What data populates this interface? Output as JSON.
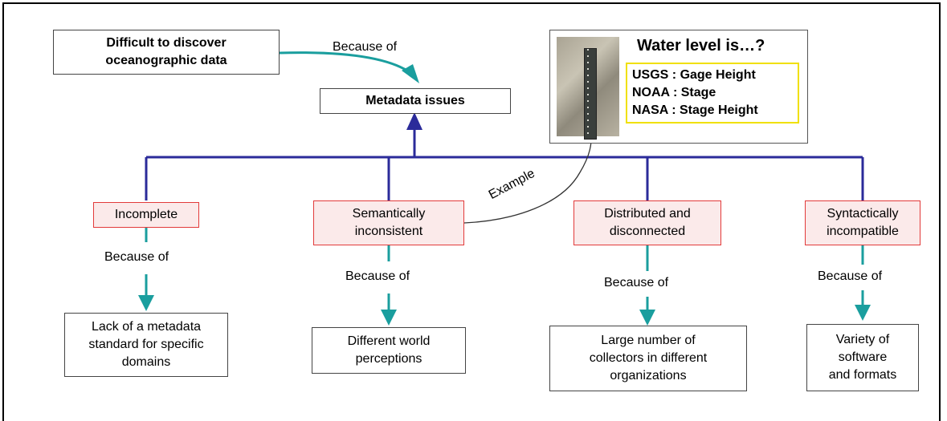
{
  "top_box": "Difficult to discover oceanographic data",
  "top_relation": "Because of",
  "root": "Metadata issues",
  "example_panel": {
    "title": "Water level is…?",
    "terms": [
      "USGS : Gage Height",
      "NOAA : Stage",
      "NASA : Stage Height"
    ]
  },
  "example_label": "Example",
  "issues": [
    {
      "lines": [
        "Incomplete"
      ],
      "relation": "Because of",
      "cause": [
        "Lack of a metadata",
        "standard for specific",
        "domains"
      ]
    },
    {
      "lines": [
        "Semantically",
        "inconsistent"
      ],
      "relation": "Because of",
      "cause": [
        "Different world",
        "perceptions"
      ]
    },
    {
      "lines": [
        "Distributed and",
        "disconnected"
      ],
      "relation": "Because of",
      "cause": [
        "Large number of",
        "collectors in different",
        "organizations"
      ]
    },
    {
      "lines": [
        "Syntactically",
        "incompatible"
      ],
      "relation": "Because of",
      "cause": [
        "Variety of",
        "software",
        "and formats"
      ]
    }
  ],
  "colors": {
    "navy": "#2b2b9a",
    "teal": "#1a9e9e",
    "issue_border": "#e23a3a",
    "issue_fill": "#fbeaea",
    "highlight": "#f0e000"
  }
}
